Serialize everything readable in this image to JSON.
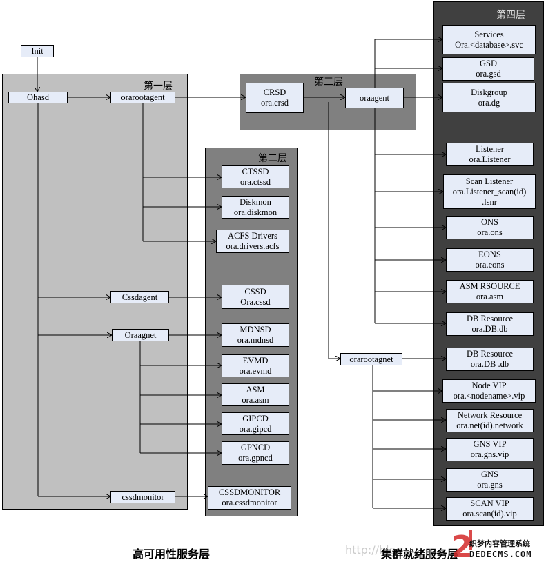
{
  "layers": {
    "l1": "第一层",
    "l2": "第二层",
    "l3": "第三层",
    "l4": "第四层"
  },
  "nodes": {
    "init": [
      "Init"
    ],
    "ohasd": [
      "Ohasd"
    ],
    "orarootagent": [
      "orarootagent"
    ],
    "cssdagent": [
      "Cssdagent"
    ],
    "oraagnet": [
      "Oraagnet"
    ],
    "cssdmonitor": [
      "cssdmonitor"
    ],
    "ctssd": [
      "CTSSD",
      "ora.ctssd"
    ],
    "diskmon": [
      "Diskmon",
      "ora.diskmon"
    ],
    "acfs": [
      "ACFS Drivers",
      "ora.drivers.acfs"
    ],
    "cssd": [
      "CSSD",
      "Ora.cssd"
    ],
    "mdnsd": [
      "MDNSD",
      "ora.mdnsd"
    ],
    "evmd": [
      "EVMD",
      "ora.evmd"
    ],
    "asm": [
      "ASM",
      "ora.asm"
    ],
    "gipcd": [
      "GIPCD",
      "ora.gipcd"
    ],
    "gpncd": [
      "GPNCD",
      "ora.gpncd"
    ],
    "cssdmon": [
      "CSSDMONITOR",
      "ora.cssdmonitor"
    ],
    "crsd": [
      "CRSD",
      "ora.crsd"
    ],
    "oraagent": [
      "oraagent"
    ],
    "orarootagnet": [
      "orarootagnet"
    ],
    "services": [
      "Services",
      "Ora.<database>.svc"
    ],
    "gsd": [
      "GSD",
      "ora.gsd"
    ],
    "diskgroup": [
      "Diskgroup",
      "ora.dg"
    ],
    "listener": [
      "Listener",
      "ora.Listener"
    ],
    "scan": [
      "Scan Listener",
      "ora.Listener_scan(id)",
      ".lsnr"
    ],
    "ons": [
      "ONS",
      "ora.ons"
    ],
    "eons": [
      "EONS",
      "ora.eons"
    ],
    "asmres": [
      "ASM RSOURCE",
      "ora.asm"
    ],
    "db1": [
      "DB Resource",
      "ora.DB.db"
    ],
    "db2": [
      "DB Resource",
      "ora.DB .db"
    ],
    "nodevip": [
      "Node VIP",
      "ora.<nodename>.vip"
    ],
    "network": [
      "Network Resource",
      "ora.net(id).network"
    ],
    "gnsvip": [
      "GNS VIP",
      "ora.gns.vip"
    ],
    "gns": [
      "GNS",
      "ora.gns"
    ],
    "scanvip": [
      "SCAN VIP",
      "ora.scan(id).vip"
    ]
  },
  "labels": {
    "left": "高可用性服务层",
    "right": "集群就绪服务层"
  },
  "watermark": {
    "url": "http://blog",
    "logo_cn": "织梦内容管理系统",
    "logo_en": "DEDECMS.COM"
  }
}
